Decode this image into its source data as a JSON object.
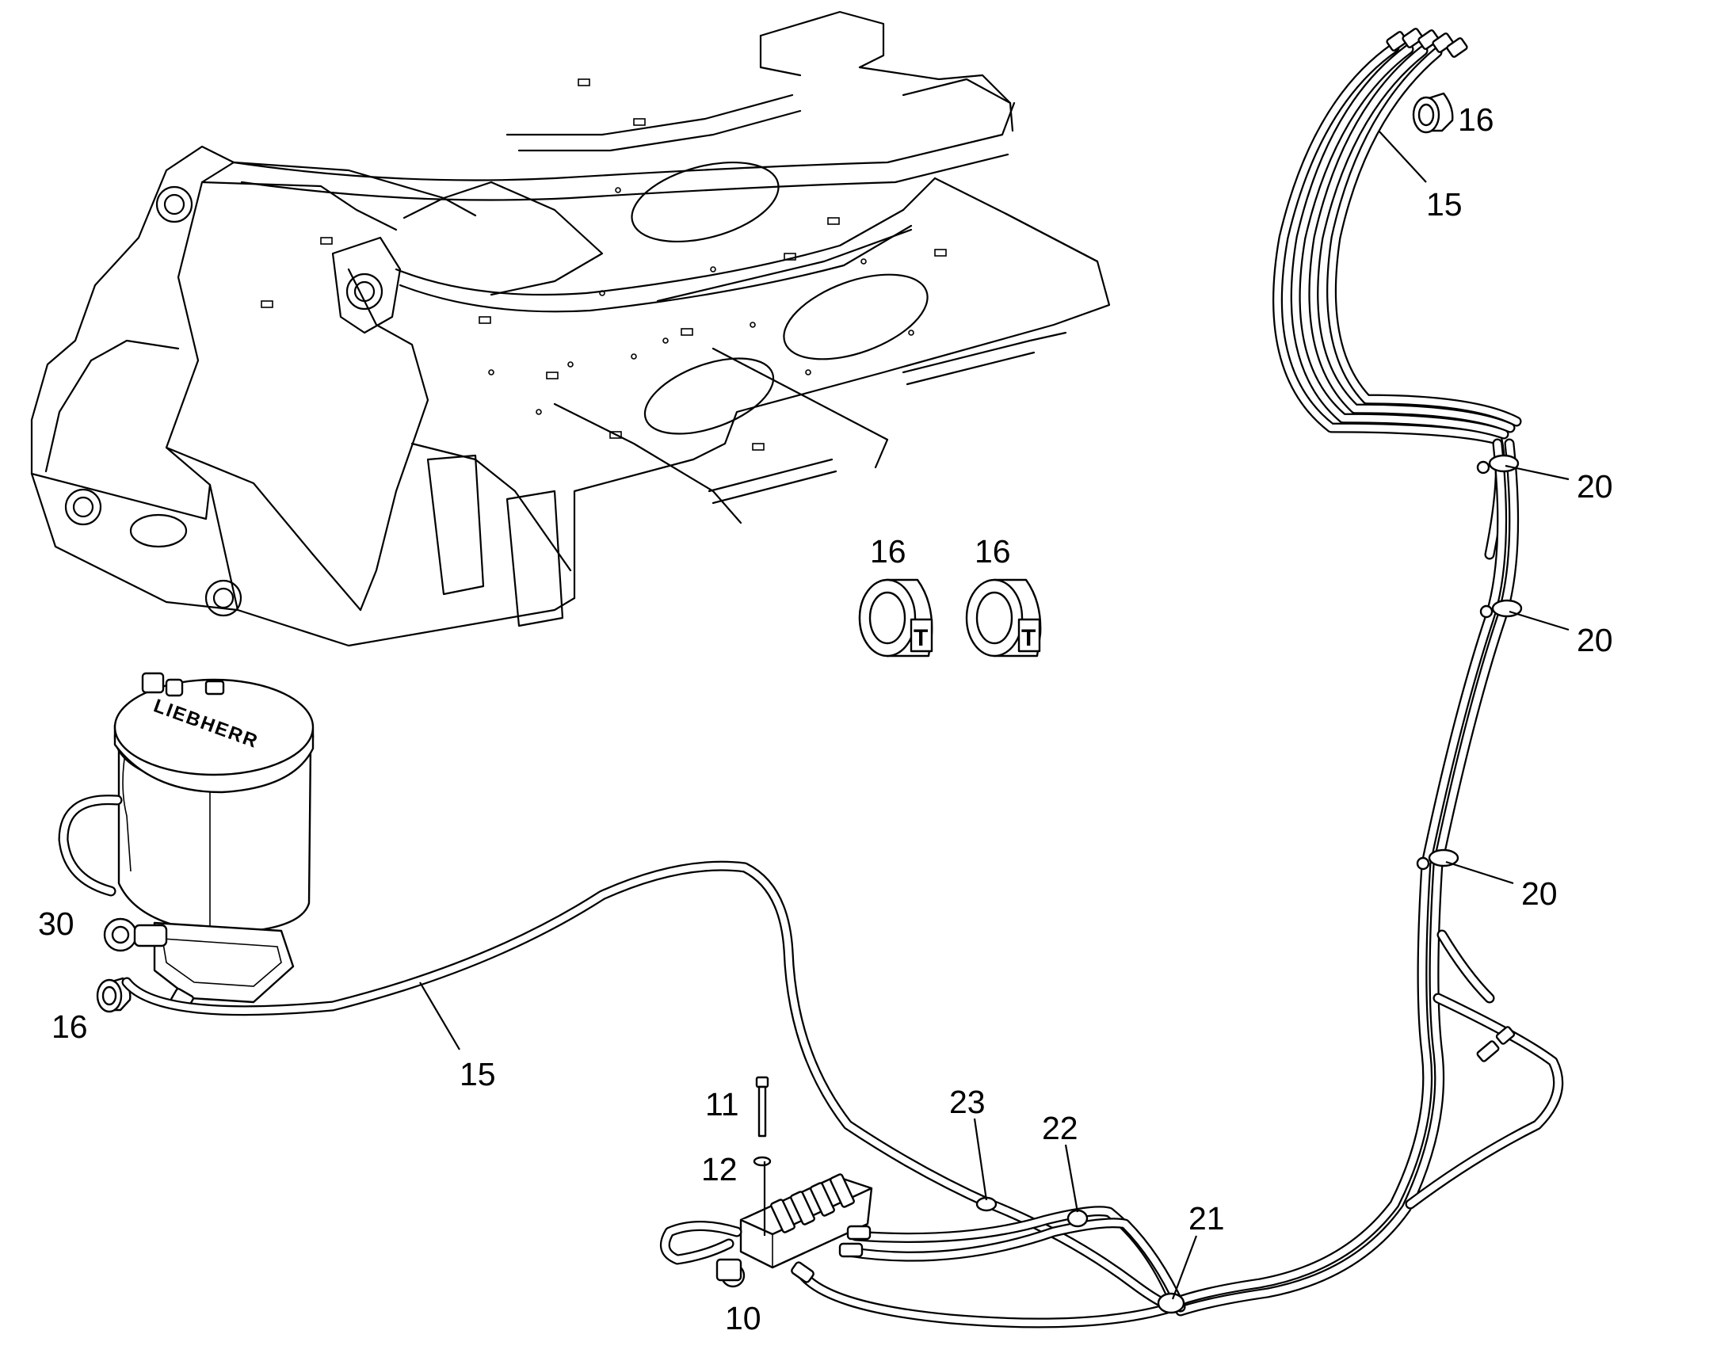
{
  "callouts": {
    "c16_top_right": "16",
    "c15_top_right": "15",
    "c20_upper": "20",
    "c20_middle": "20",
    "c20_lower": "20",
    "c16_center_left": "16",
    "c16_center_right": "16",
    "c30": "30",
    "c16_bottom_left": "16",
    "c15_lower": "15",
    "c11": "11",
    "c12": "12",
    "c23": "23",
    "c22": "22",
    "c21": "21",
    "c10": "10"
  },
  "cap_marking": "T",
  "pump_logo": "LIEBHERR"
}
